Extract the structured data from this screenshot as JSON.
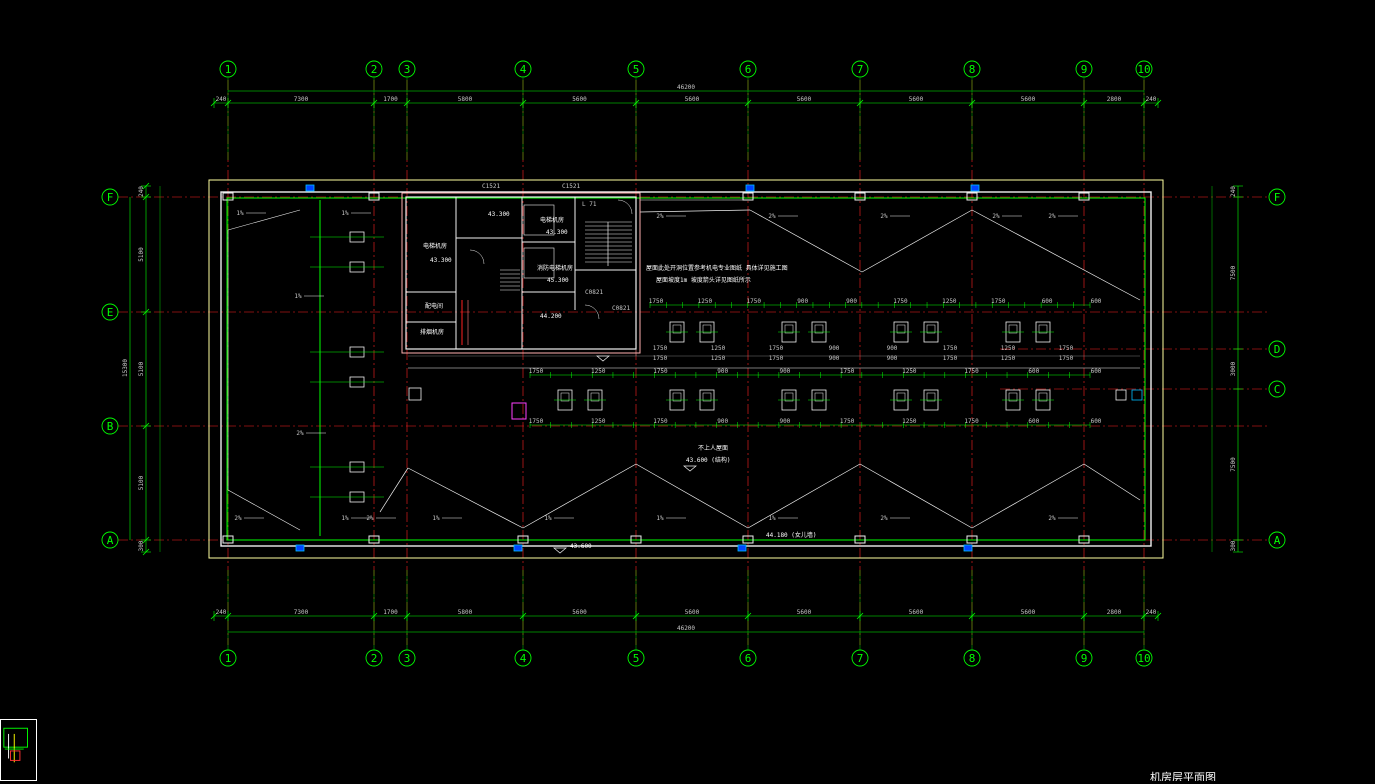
{
  "drawing": {
    "title": "机房层平面图",
    "col_axes": [
      "1",
      "2",
      "3",
      "4",
      "5",
      "6",
      "7",
      "8",
      "9",
      "10"
    ],
    "row_axes": [
      "F",
      "E",
      "B",
      "A"
    ],
    "row_axes_right": [
      "F",
      "D",
      "C",
      "A"
    ],
    "total_dim": "46200",
    "top_spans": [
      "240",
      "7300",
      "1700",
      "5800",
      "5600",
      "5600",
      "5600",
      "5600",
      "5600",
      "2800",
      "240"
    ],
    "bottom_spans": [
      "240",
      "7300",
      "1700",
      "5800",
      "5600",
      "5600",
      "5600",
      "5600",
      "5600",
      "2800",
      "240"
    ],
    "left_vert_spans": [
      "240",
      "5100",
      "5100",
      "5100",
      "300"
    ],
    "left_total": "15300",
    "right_vert_spans": [
      "240",
      "7500",
      "3000",
      "7500",
      "300"
    ],
    "rooms": [
      {
        "name": "电梯机房",
        "level": "43.300"
      },
      {
        "name": "配电间",
        "level": ""
      },
      {
        "name": "排烟机房",
        "level": ""
      },
      {
        "name": "电梯机房",
        "level": "43.300"
      },
      {
        "name": "消防电梯机房",
        "level": "45.300"
      }
    ],
    "levels": [
      "43.300",
      "44.200",
      "43.600",
      "44.180"
    ],
    "window_tags": [
      "C1521",
      "C1521",
      "C0821",
      "C0821"
    ],
    "stair_tag": "L 71",
    "notes": [
      "屋面此处开洞位置参考机电专业图纸 具体详见施工图",
      "屋面坡度1m 坡度箭头详见图纸所示"
    ],
    "roof_label": "不上人屋面",
    "roof_level": "43.600 (结构)",
    "parapet_label": "44.180 (女儿墙)",
    "slope_labels": [
      "1%",
      "2%",
      "2%",
      "1%",
      "1%",
      "1%",
      "1%",
      "1%",
      "1%",
      "2%",
      "2%",
      "2%",
      "2%",
      "2%",
      "2%",
      "2%"
    ],
    "equip_dims": [
      "1750",
      "1250",
      "1750",
      "900",
      "900",
      "1750",
      "1250",
      "1750",
      "600",
      "600"
    ]
  }
}
